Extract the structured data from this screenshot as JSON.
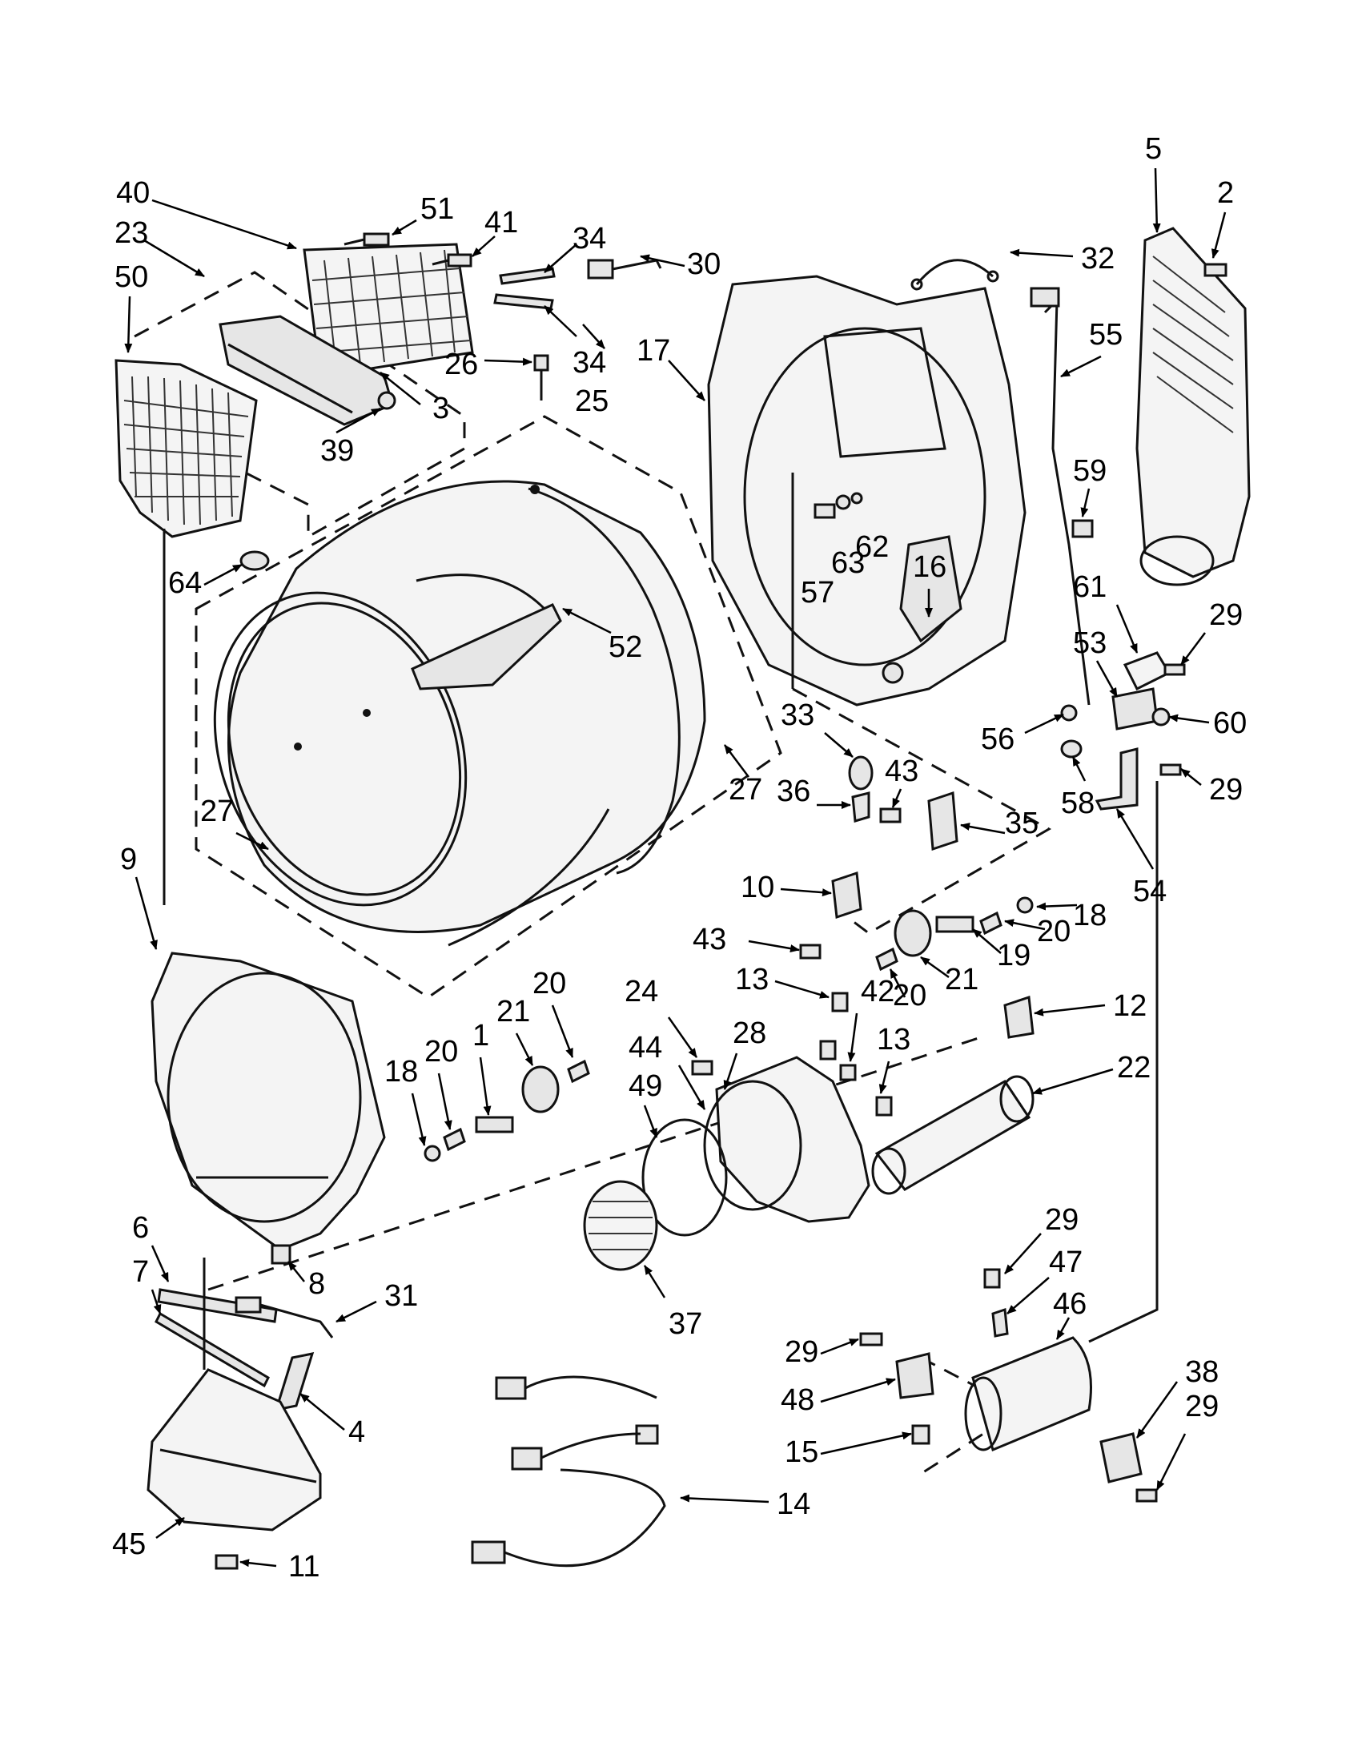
{
  "labels": [
    {
      "id": "l40",
      "text": "40"
    },
    {
      "id": "l23",
      "text": "23"
    },
    {
      "id": "l50",
      "text": "50"
    },
    {
      "id": "l51",
      "text": "51"
    },
    {
      "id": "l41",
      "text": "41"
    },
    {
      "id": "l34a",
      "text": "34"
    },
    {
      "id": "l34b",
      "text": "34"
    },
    {
      "id": "l30",
      "text": "30"
    },
    {
      "id": "l3",
      "text": "3"
    },
    {
      "id": "l39",
      "text": "39"
    },
    {
      "id": "l25",
      "text": "25"
    },
    {
      "id": "l26",
      "text": "26"
    },
    {
      "id": "l64",
      "text": "64"
    },
    {
      "id": "l52",
      "text": "52"
    },
    {
      "id": "l27a",
      "text": "27"
    },
    {
      "id": "l27b",
      "text": "27"
    },
    {
      "id": "l9",
      "text": "9"
    },
    {
      "id": "l5",
      "text": "5"
    },
    {
      "id": "l2",
      "text": "2"
    },
    {
      "id": "l32",
      "text": "32"
    },
    {
      "id": "l17",
      "text": "17"
    },
    {
      "id": "l55",
      "text": "55"
    },
    {
      "id": "l59",
      "text": "59"
    },
    {
      "id": "l57",
      "text": "57"
    },
    {
      "id": "l63",
      "text": "63"
    },
    {
      "id": "l62",
      "text": "62"
    },
    {
      "id": "l16",
      "text": "16"
    },
    {
      "id": "l61",
      "text": "61"
    },
    {
      "id": "l29a",
      "text": "29"
    },
    {
      "id": "l53",
      "text": "53"
    },
    {
      "id": "l56",
      "text": "56"
    },
    {
      "id": "l60",
      "text": "60"
    },
    {
      "id": "l58",
      "text": "58"
    },
    {
      "id": "l29b",
      "text": "29"
    },
    {
      "id": "l54",
      "text": "54"
    },
    {
      "id": "l33",
      "text": "33"
    },
    {
      "id": "l43a",
      "text": "43"
    },
    {
      "id": "l36",
      "text": "36"
    },
    {
      "id": "l35",
      "text": "35"
    },
    {
      "id": "l10",
      "text": "10"
    },
    {
      "id": "l43b",
      "text": "43"
    },
    {
      "id": "l18a",
      "text": "18"
    },
    {
      "id": "l20a",
      "text": "20"
    },
    {
      "id": "l19",
      "text": "19"
    },
    {
      "id": "l21a",
      "text": "21"
    },
    {
      "id": "l20b",
      "text": "20"
    },
    {
      "id": "l13a",
      "text": "13"
    },
    {
      "id": "l42",
      "text": "42"
    },
    {
      "id": "l24",
      "text": "24"
    },
    {
      "id": "l28",
      "text": "28"
    },
    {
      "id": "l44",
      "text": "44"
    },
    {
      "id": "l49",
      "text": "49"
    },
    {
      "id": "l13b",
      "text": "13"
    },
    {
      "id": "l12",
      "text": "12"
    },
    {
      "id": "l22",
      "text": "22"
    },
    {
      "id": "l18b",
      "text": "18"
    },
    {
      "id": "l20c",
      "text": "20"
    },
    {
      "id": "l1",
      "text": "1"
    },
    {
      "id": "l21b",
      "text": "21"
    },
    {
      "id": "l20d",
      "text": "20"
    },
    {
      "id": "l6",
      "text": "6"
    },
    {
      "id": "l7",
      "text": "7"
    },
    {
      "id": "l8",
      "text": "8"
    },
    {
      "id": "l31",
      "text": "31"
    },
    {
      "id": "l37",
      "text": "37"
    },
    {
      "id": "l4",
      "text": "4"
    },
    {
      "id": "l45",
      "text": "45"
    },
    {
      "id": "l11",
      "text": "11"
    },
    {
      "id": "l14",
      "text": "14"
    },
    {
      "id": "l29c",
      "text": "29"
    },
    {
      "id": "l47",
      "text": "47"
    },
    {
      "id": "l46",
      "text": "46"
    },
    {
      "id": "l29d",
      "text": "29"
    },
    {
      "id": "l48",
      "text": "48"
    },
    {
      "id": "l15",
      "text": "15"
    },
    {
      "id": "l38",
      "text": "38"
    },
    {
      "id": "l29e",
      "text": "29"
    }
  ]
}
